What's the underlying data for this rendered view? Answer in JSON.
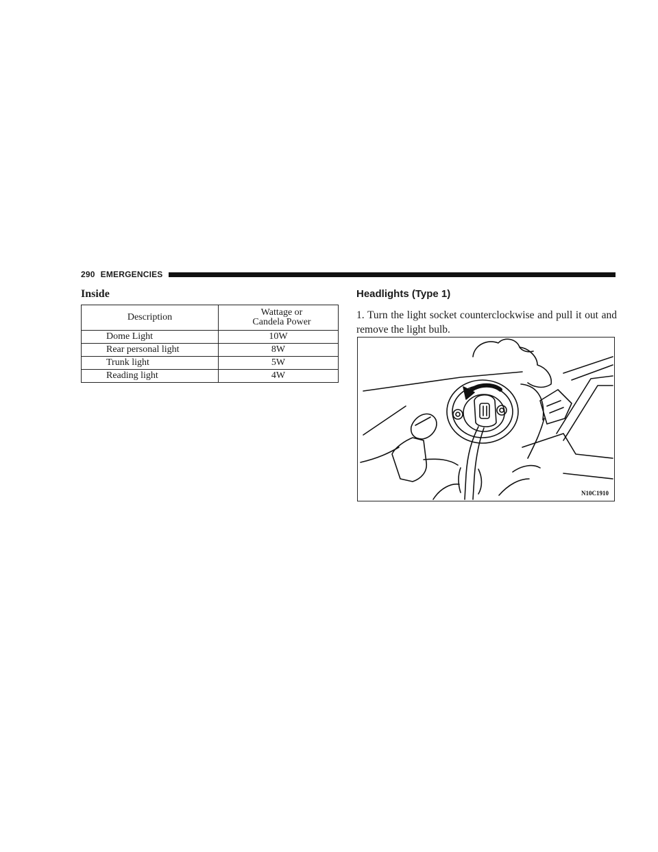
{
  "header": {
    "page_number": "290",
    "section": "EMERGENCIES"
  },
  "inside": {
    "title": "Inside",
    "columns": [
      "Description",
      "Wattage or Candela Power"
    ],
    "rows": [
      {
        "description": "Dome Light",
        "wattage": "10W"
      },
      {
        "description": "Rear personal light",
        "wattage": "8W"
      },
      {
        "description": "Trunk light",
        "wattage": "5W"
      },
      {
        "description": "Reading light",
        "wattage": "4W"
      }
    ]
  },
  "headlights": {
    "title": "Headlights (Type 1)",
    "step1": "1. Turn the light socket counterclockwise and pull it out and remove the light bulb."
  },
  "figure": {
    "code": "N10C1910",
    "subject": "headlight-socket-illustration"
  }
}
